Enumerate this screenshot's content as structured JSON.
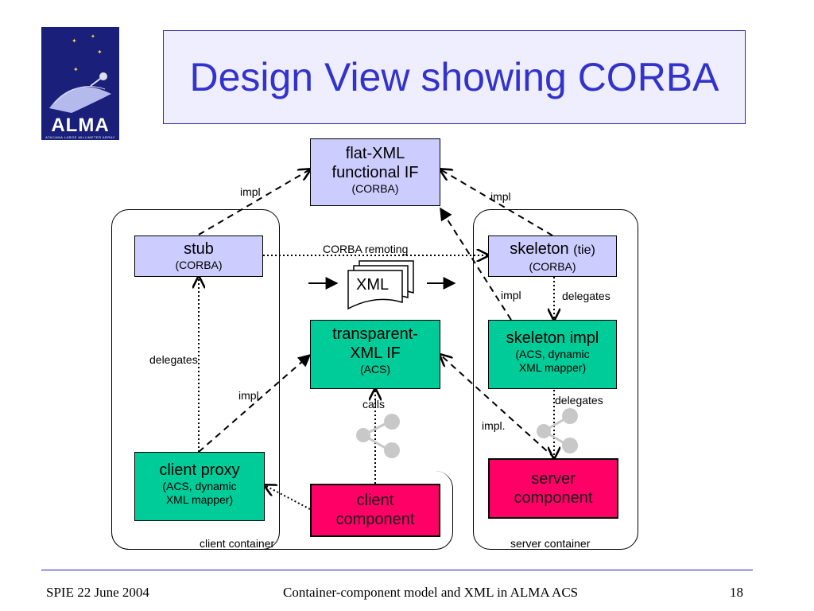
{
  "title": "Design View showing CORBA",
  "logo": {
    "name": "ALMA",
    "subtitle": "ATACAMA LARGE MILLIMETER ARRAY"
  },
  "nodes": {
    "flat_xml_if": {
      "line1": "flat-XML",
      "line2": "functional IF",
      "sub": "(CORBA)"
    },
    "stub": {
      "line1": "stub",
      "sub": "(CORBA)"
    },
    "skeleton": {
      "line1": "skeleton",
      "tie": "(tie)",
      "sub": "(CORBA)"
    },
    "transparent_xml_if": {
      "line1": "transparent-",
      "line2": "XML IF",
      "sub": "(ACS)"
    },
    "skeleton_impl": {
      "line1": "skeleton impl",
      "sub1": "(ACS, dynamic",
      "sub2": "XML mapper)"
    },
    "client_proxy": {
      "line1": "client proxy",
      "sub1": "(ACS, dynamic",
      "sub2": "XML mapper)"
    },
    "client_component": {
      "line1": "client",
      "line2": "component"
    },
    "server_component": {
      "line1": "server",
      "line2": "component"
    }
  },
  "labels": {
    "impl_top_left": "impl",
    "impl_top_right": "impl",
    "corba_remoting": "CORBA remoting",
    "xml": "XML",
    "impl_skeleton": "impl",
    "delegates_skeleton": "delegates",
    "delegates_stub": "delegates",
    "impl_proxy": "impl",
    "calls": "calls",
    "delegates_server": "delegates",
    "impl_dot": "impl.",
    "client_container": "client container",
    "server_container": "server container"
  },
  "footer": {
    "left": "SPIE 22 June 2004",
    "center": "Container-component model and XML in ALMA ACS",
    "page": "18"
  },
  "colors": {
    "title": "#3333cc",
    "corba_box": "#ccccff",
    "acs_box": "#00cc99",
    "component_box": "#ff0066",
    "footer_rule": "#1f1fbf"
  }
}
